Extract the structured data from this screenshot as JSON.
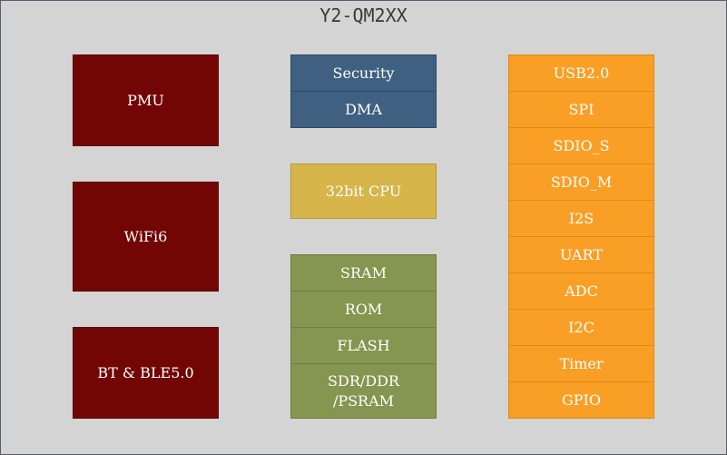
{
  "title": "Y2-QM2XX",
  "colors": {
    "background": "#d4d4d4",
    "dark_red": "#710605",
    "steel_blue": "#3f6080",
    "gold": "#d6b54a",
    "olive_green": "#84964f",
    "orange": "#f99f26"
  },
  "left_blocks": [
    "PMU",
    "WiFi6",
    "BT & BLE5.0"
  ],
  "security_stack": [
    "Security",
    "DMA"
  ],
  "cpu": "32bit CPU",
  "memory_stack": [
    "SRAM",
    "ROM",
    "FLASH",
    "SDR/DDR\n/PSRAM"
  ],
  "peripherals": [
    "USB2.0",
    "SPI",
    "SDIO_S",
    "SDIO_M",
    "I2S",
    "UART",
    "ADC",
    "I2C",
    "Timer",
    "GPIO"
  ]
}
